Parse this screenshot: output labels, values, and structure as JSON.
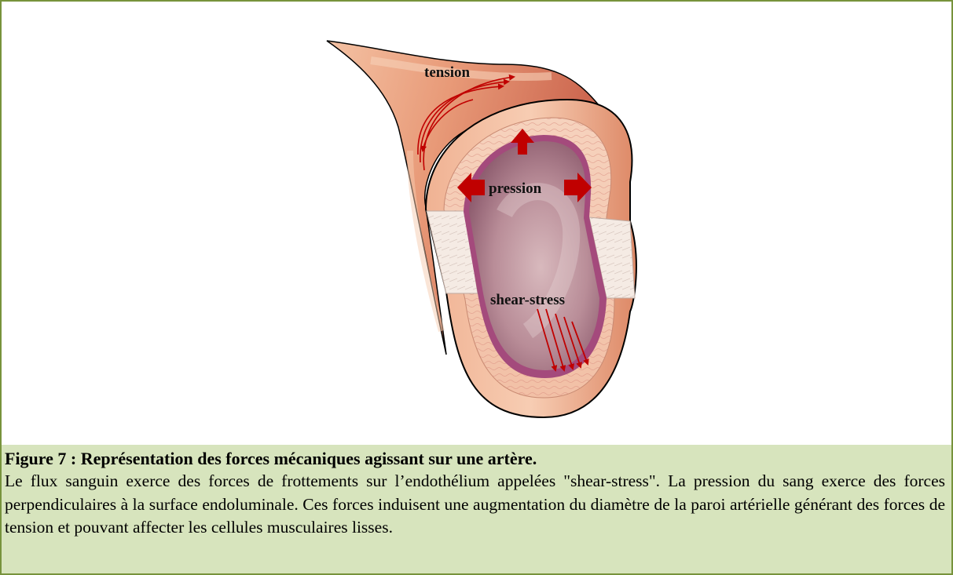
{
  "figure": {
    "labels": {
      "tension": "tension",
      "pression": "pression",
      "shear_stress": "shear-stress"
    },
    "colors": {
      "frame_border": "#77933c",
      "caption_background": "#d7e4bd",
      "arrow_red": "#c00000",
      "outer_wall": "#e9a07d",
      "lumen": "#b98d98",
      "endothelium": "#a44a7c"
    }
  },
  "caption": {
    "title": "Figure 7 : Représentation des forces mécaniques agissant sur une artère.",
    "text": "Le flux sanguin exerce des forces de frottements sur l’endothélium appelées \"shear-stress\". La pression du sang exerce des forces perpendiculaires à la surface endoluminale. Ces forces induisent une augmentation du diamètre de la paroi artérielle générant des forces de tension et pouvant affecter les cellules musculaires lisses."
  }
}
